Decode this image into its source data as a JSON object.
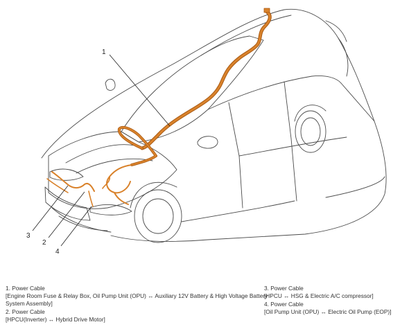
{
  "diagram": {
    "callouts": [
      "1",
      "2",
      "3",
      "4"
    ]
  },
  "legend": {
    "items": [
      {
        "title": "1. Power Cable",
        "description": "[Engine Room Fuse & Relay Box, Oil Pump Unit (OPU) ↔ Auxiliary 12V Battery & High Voltage Battery System Assembly]"
      },
      {
        "title": "2. Power Cable",
        "description": "[HPCU(Inverter) ↔ Hybrid Drive Motor]"
      },
      {
        "title": "3. Power Cable",
        "description": "[HPCU ↔ HSG & Electric A/C compressor]"
      },
      {
        "title": "4. Power Cable",
        "description": "[Oil Pump Unit (OPU) ↔ Electric Oil Pump (EOP)]"
      }
    ]
  },
  "colors": {
    "cable": "#d9822b",
    "cable_dark": "#a85a14",
    "line_art": "#4a4a4a"
  }
}
